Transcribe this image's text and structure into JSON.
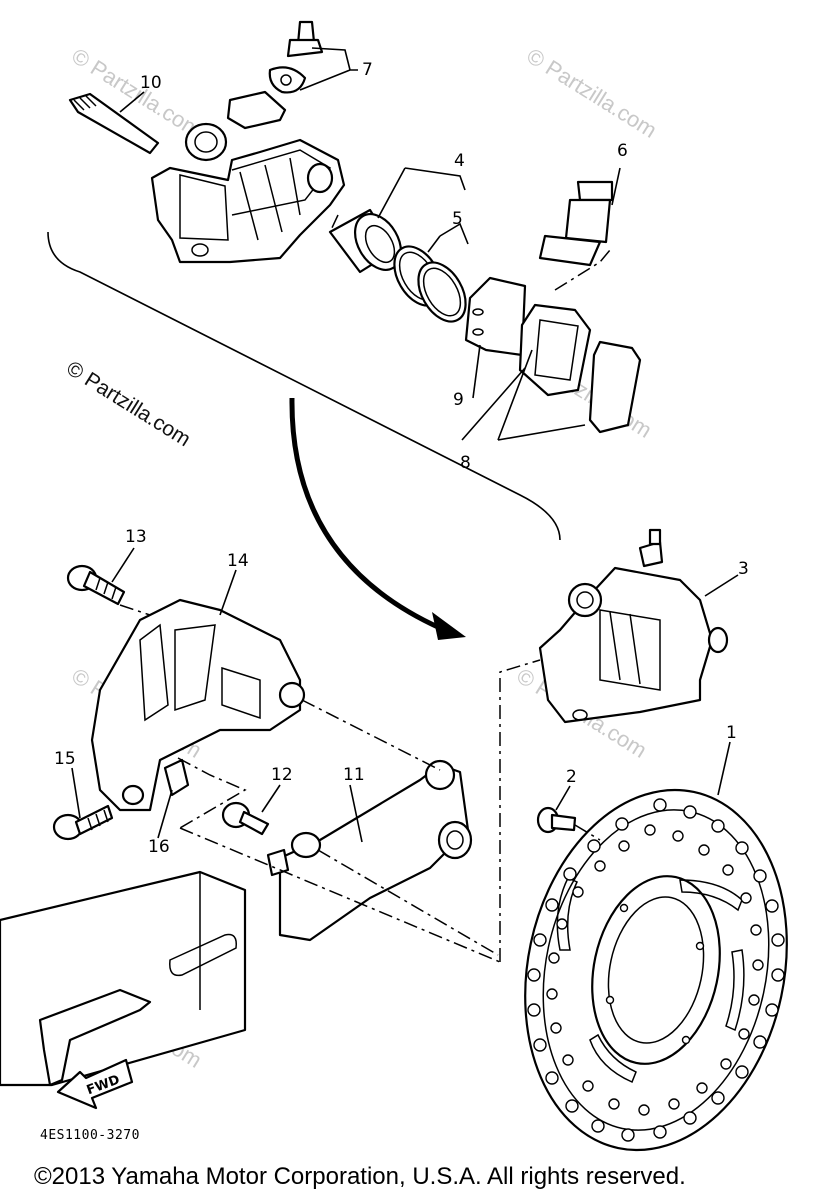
{
  "watermarks": {
    "main": "© Partzilla.com",
    "small": "© Partzilla.com"
  },
  "callouts": [
    "1",
    "2",
    "3",
    "4",
    "5",
    "6",
    "7",
    "8",
    "9",
    "10",
    "11",
    "12",
    "13",
    "14",
    "15",
    "16"
  ],
  "fwd_label": "FWD",
  "diagram_code": "4ES1100-3270",
  "copyright": "©2013 Yamaha Motor Corporation, U.S.A. All rights reserved.",
  "colors": {
    "line": "#000000",
    "background": "#ffffff",
    "watermark": "#c8c8c8"
  }
}
